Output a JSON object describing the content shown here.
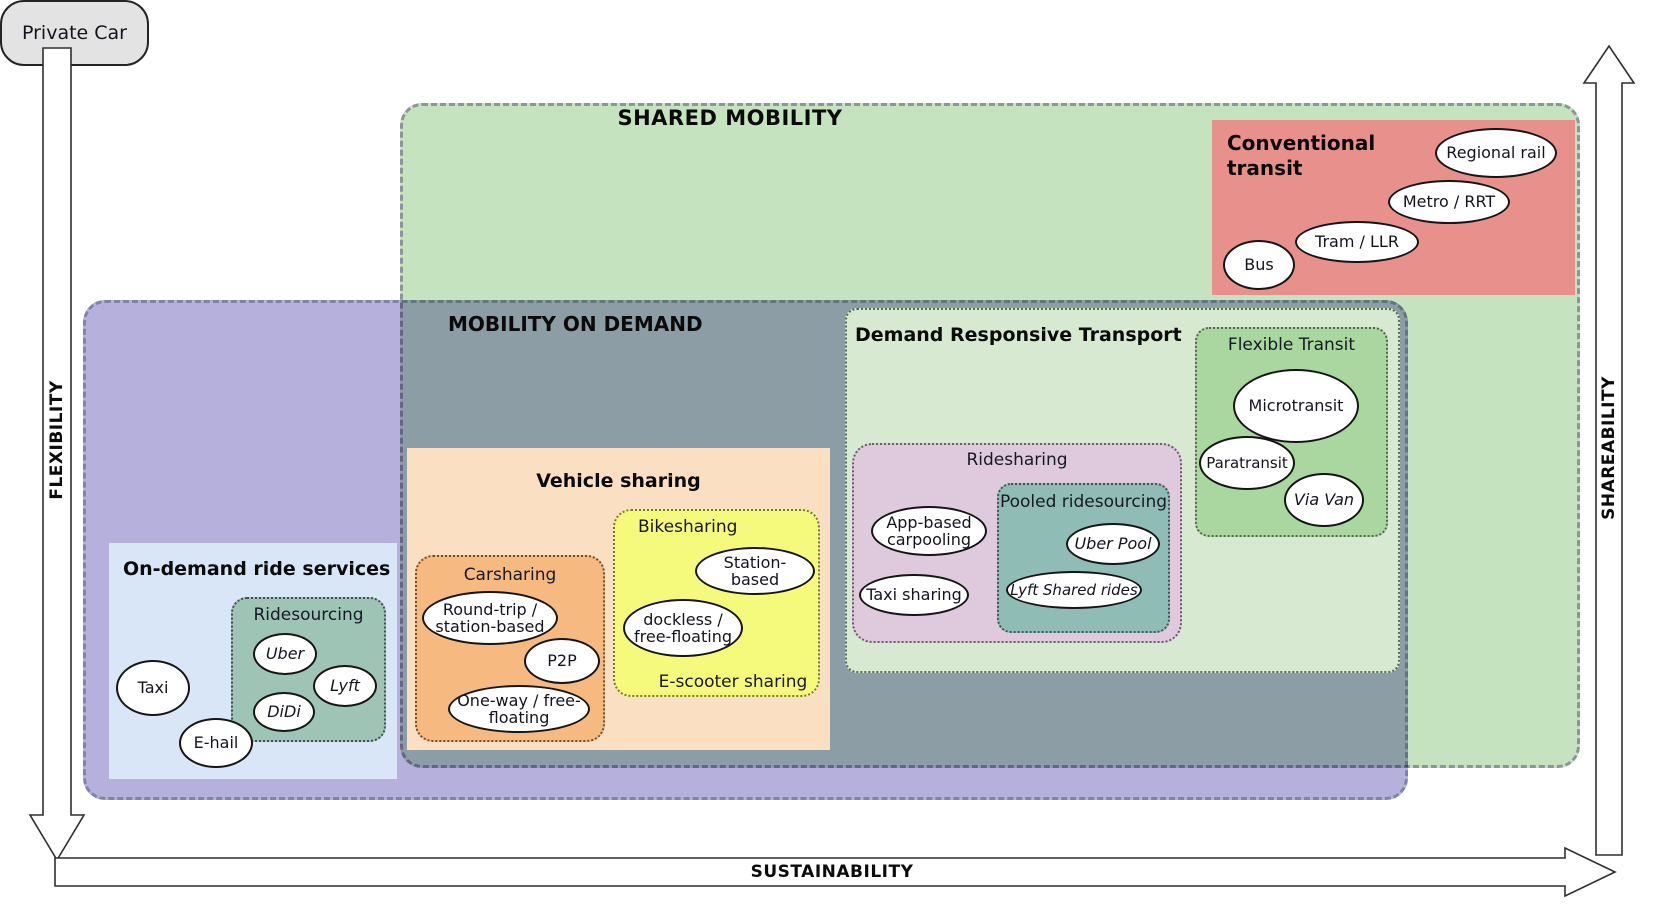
{
  "axes": {
    "left": "FLEXIBILITY",
    "right": "SHAREABILITY",
    "bottom": "SUSTAINABILITY"
  },
  "shared_mobility": {
    "title": "SHARED MOBILITY"
  },
  "mobility_on_demand": {
    "title": "MOBILITY ON DEMAND"
  },
  "conventional_transit": {
    "title": "Conventional transit",
    "regional_rail": "Regional rail",
    "metro_rrt": "Metro / RRT",
    "tram_llr": "Tram / LLR",
    "bus": "Bus"
  },
  "on_demand_ride_services": {
    "title": "On-demand ride services",
    "taxi": "Taxi",
    "e_hail": "E-hail",
    "ridesourcing": {
      "title": "Ridesourcing",
      "uber": "Uber",
      "lyft": "Lyft",
      "didi": "DiDi"
    }
  },
  "vehicle_sharing": {
    "title": "Vehicle sharing",
    "carsharing": {
      "title": "Carsharing",
      "round_trip": "Round-trip / station-based",
      "p2p": "P2P",
      "one_way": "One-way / free-floating"
    },
    "bikesharing": {
      "title": "Bikesharing",
      "station_based": "Station-based",
      "dockless": "dockless / free-floating",
      "e_scooter_title": "E-scooter sharing"
    }
  },
  "demand_responsive_transport": {
    "title": "Demand Responsive Transport",
    "ridesharing": {
      "title": "Ridesharing",
      "app_based_carpooling": "App-based carpooling",
      "taxi_sharing": "Taxi sharing",
      "pooled_ridesourcing": {
        "title": "Pooled ridesourcing",
        "uber_pool": "Uber Pool",
        "lyft_shared_rides": "Lyft Shared rides"
      }
    },
    "flexible_transit": {
      "title": "Flexible Transit",
      "microtransit": "Microtransit",
      "paratransit": "Paratransit",
      "via_van": "Via Van"
    }
  },
  "private_car": {
    "label": "Private Car"
  },
  "colors": {
    "shared_mobility_green": "#c6e3bf",
    "mobility_on_demand_purple": "#b6b0dc",
    "overlap_teal_gray": "#84999f",
    "conventional_transit_red": "#e8918c",
    "on_demand_blue": "#d9e6f8",
    "ridesourcing_teal": "#9ec4b6",
    "vehicle_sharing_peach": "#fbdfc3",
    "carsharing_orange": "#f6ba80",
    "bikesharing_yellow": "#f5f97c",
    "drt_light_green": "#d7e9d1",
    "ridesharing_pink": "#decadc",
    "pooled_ridesourcing_teal": "#8fbcb4",
    "flexible_transit_green": "#a9d79f",
    "private_car_gray": "#e3e3e3"
  }
}
